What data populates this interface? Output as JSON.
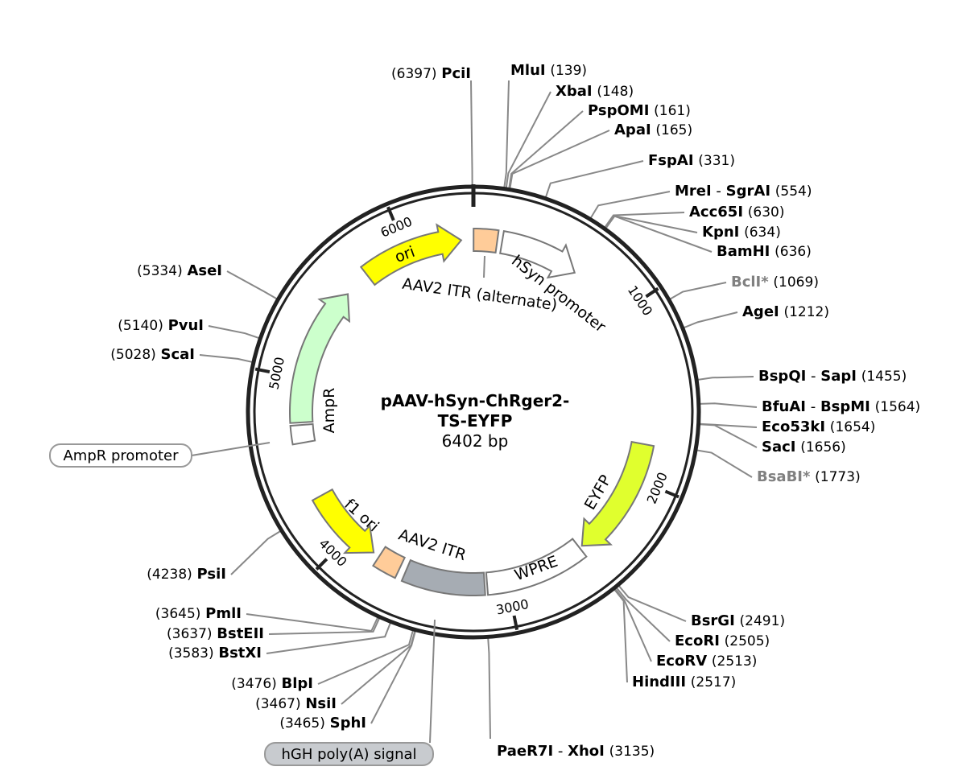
{
  "plasmid": {
    "name_line1": "pAAV-hSyn-ChRger2-",
    "name_line2": "TS-EYFP",
    "length_label": "6402 bp",
    "length_bp": 6402
  },
  "ticks": [
    {
      "bp": 1000,
      "label": "1000"
    },
    {
      "bp": 2000,
      "label": "2000"
    },
    {
      "bp": 3000,
      "label": "3000"
    },
    {
      "bp": 4000,
      "label": "4000"
    },
    {
      "bp": 5000,
      "label": "5000"
    },
    {
      "bp": 6000,
      "label": "6000"
    }
  ],
  "features": [
    {
      "name": "AAV2 ITR (alternate)",
      "start": 1,
      "end": 141,
      "direction": "none",
      "color": "#ffcc99"
    },
    {
      "name": "hSyn promoter",
      "start": 170,
      "end": 640,
      "direction": "forward",
      "color": "#ffffff"
    },
    {
      "name": "EYFP",
      "start": 1790,
      "end": 2507,
      "direction": "forward",
      "color": "#e0ff2e"
    },
    {
      "name": "WPRE",
      "start": 2525,
      "end": 3120,
      "direction": "none",
      "color": "#ffffff"
    },
    {
      "name": "hGH poly(A) signal",
      "start": 3135,
      "end": 3610,
      "direction": "none",
      "color": "#a6acb3"
    },
    {
      "name": "AAV2 ITR",
      "start": 3650,
      "end": 3790,
      "direction": "none",
      "color": "#ffcc99"
    },
    {
      "name": "f1 ori",
      "start": 3830,
      "end": 4290,
      "direction": "reverse",
      "color": "#ffff00"
    },
    {
      "name": "AmpR promoter",
      "start": 4620,
      "end": 4725,
      "direction": "forward",
      "color": "#ffffff"
    },
    {
      "name": "AmpR",
      "start": 4740,
      "end": 5570,
      "direction": "forward",
      "color": "#ccffcc"
    },
    {
      "name": "ori",
      "start": 5730,
      "end": 6330,
      "direction": "forward",
      "color": "#ffff00"
    }
  ],
  "callouts": [
    {
      "text": "AmpR promoter",
      "bp": 4680
    },
    {
      "text": "hGH poly(A) signal",
      "bp": 3380
    }
  ],
  "sites": [
    {
      "name": "PciI",
      "position": "6397",
      "bp": 6397
    },
    {
      "name": "MluI",
      "position": "139",
      "bp": 139
    },
    {
      "name": "XbaI",
      "position": "148",
      "bp": 148
    },
    {
      "name": "PspOMI",
      "position": "161",
      "bp": 161
    },
    {
      "name": "ApaI",
      "position": "165",
      "bp": 165
    },
    {
      "name": "FspAI",
      "position": "331",
      "bp": 331
    },
    {
      "name": "MreI",
      "name2": "SgrAI",
      "position": "554",
      "bp": 554
    },
    {
      "name": "Acc65I",
      "position": "630",
      "bp": 630
    },
    {
      "name": "KpnI",
      "position": "634",
      "bp": 634
    },
    {
      "name": "BamHI",
      "position": "636",
      "bp": 636
    },
    {
      "name": "BclI*",
      "position": "1069",
      "bp": 1069,
      "gray": true
    },
    {
      "name": "AgeI",
      "position": "1212",
      "bp": 1212
    },
    {
      "name": "BspQI",
      "name2": "SapI",
      "position": "1455",
      "bp": 1455
    },
    {
      "name": "BfuAI",
      "name2": "BspMI",
      "position": "1564",
      "bp": 1564
    },
    {
      "name": "Eco53kI",
      "position": "1654",
      "bp": 1654
    },
    {
      "name": "SacI",
      "position": "1656",
      "bp": 1656
    },
    {
      "name": "BsaBI*",
      "position": "1773",
      "bp": 1773,
      "gray": true
    },
    {
      "name": "BsrGI",
      "position": "2491",
      "bp": 2491
    },
    {
      "name": "EcoRI",
      "position": "2505",
      "bp": 2505
    },
    {
      "name": "EcoRV",
      "position": "2513",
      "bp": 2513
    },
    {
      "name": "HindIII",
      "position": "2517",
      "bp": 2517
    },
    {
      "name": "PaeR7I",
      "name2": "XhoI",
      "position": "3135",
      "bp": 3135
    },
    {
      "name": "SphI",
      "position": "3465",
      "bp": 3465
    },
    {
      "name": "NsiI",
      "position": "3467",
      "bp": 3467
    },
    {
      "name": "BlpI",
      "position": "3476",
      "bp": 3476
    },
    {
      "name": "BstXI",
      "position": "3583",
      "bp": 3583
    },
    {
      "name": "BstEII",
      "position": "3637",
      "bp": 3637
    },
    {
      "name": "PmlI",
      "position": "3645",
      "bp": 3645
    },
    {
      "name": "PsiI",
      "position": "4238",
      "bp": 4238
    },
    {
      "name": "ScaI",
      "position": "5028",
      "bp": 5028
    },
    {
      "name": "PvuI",
      "position": "5140",
      "bp": 5140
    },
    {
      "name": "AseI",
      "position": "5334",
      "bp": 5334
    }
  ]
}
